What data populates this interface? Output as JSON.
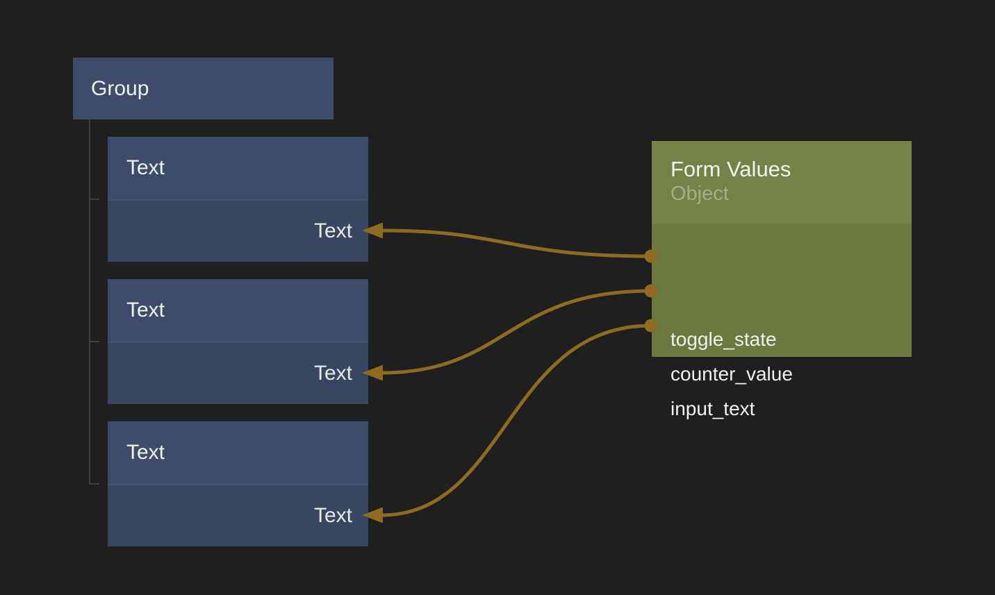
{
  "group_node": {
    "title": "Group"
  },
  "text_nodes": [
    {
      "title": "Text",
      "input_port_label": "Text"
    },
    {
      "title": "Text",
      "input_port_label": "Text"
    },
    {
      "title": "Text",
      "input_port_label": "Text"
    }
  ],
  "form_values_node": {
    "title": "Form Values",
    "subtitle": "Object",
    "output_fields": [
      {
        "label": "toggle_state"
      },
      {
        "label": "counter_value"
      },
      {
        "label": "input_text"
      }
    ]
  },
  "connections": [
    {
      "from_field": "toggle_state",
      "to_node": "text-node-1",
      "to_port": "Text"
    },
    {
      "from_field": "counter_value",
      "to_node": "text-node-2",
      "to_port": "Text"
    },
    {
      "from_field": "input_text",
      "to_node": "text-node-3",
      "to_port": "Text"
    }
  ],
  "colors": {
    "background": "#1f1f20",
    "blue_node_header": "#3c4c69",
    "blue_node_body": "#374661",
    "green_node_header": "#748248",
    "green_node_body": "#6b7940",
    "wire_gold": "#8e6b20",
    "hierarchy_line": "#3f3f3f"
  }
}
